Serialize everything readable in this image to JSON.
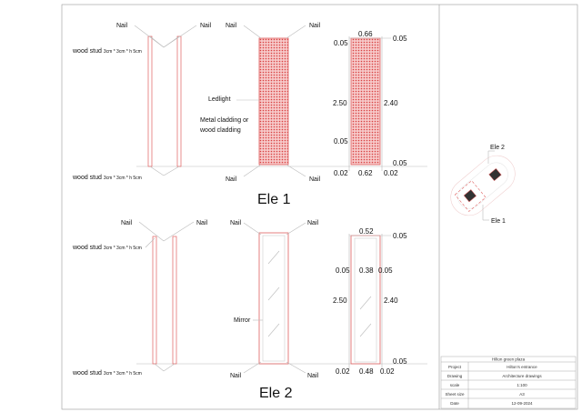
{
  "ele1": {
    "title": "Ele 1",
    "nail": "Nail",
    "stud_label": "wood stud",
    "stud_size": "3cm * 3cm * h 5cm",
    "ledlight": "Ledlight",
    "cladding_1": "Metal cladding or",
    "cladding_2": "wood cladding",
    "dims": {
      "top": "0.66",
      "top_left": "0.05",
      "top_right": "0.05",
      "left_height": "2.50",
      "right_height": "2.40",
      "left_low": "0.05",
      "bottom_right": "0.05",
      "bottom_left_gap": "0.02",
      "bottom_width": "0.62",
      "bottom_right_gap": "0.02"
    }
  },
  "ele2": {
    "title": "Ele 2",
    "nail": "Nail",
    "stud_label": "wood stud",
    "stud_size": "3cm * 3cm * h 5cm",
    "mirror": "Mirror",
    "dims": {
      "top": "0.52",
      "top_right": "0.05",
      "mid_left": "0.05",
      "mid_width": "0.38",
      "mid_right": "0.05",
      "left_height": "2.50",
      "right_height": "2.40",
      "bottom_right": "0.05",
      "bottom_left_gap": "0.02",
      "bottom_width": "0.48",
      "bottom_right_gap": "0.02"
    }
  },
  "site_plan": {
    "label_ele2": "Ele 2",
    "label_ele1": "Ele 1"
  },
  "title_block": {
    "title": "Hilton green plaza",
    "rows": [
      {
        "key": "Project",
        "value": "Hilton's entrance"
      },
      {
        "key": "Drawing",
        "value": "Architecture drawings"
      },
      {
        "key": "scale",
        "value": "1:100"
      },
      {
        "key": "Sheet size",
        "value": "A3"
      },
      {
        "key": "Date",
        "value": "12-09-2024"
      }
    ]
  },
  "colors": {
    "accent": "#e06060",
    "line": "#bbbbbb"
  }
}
